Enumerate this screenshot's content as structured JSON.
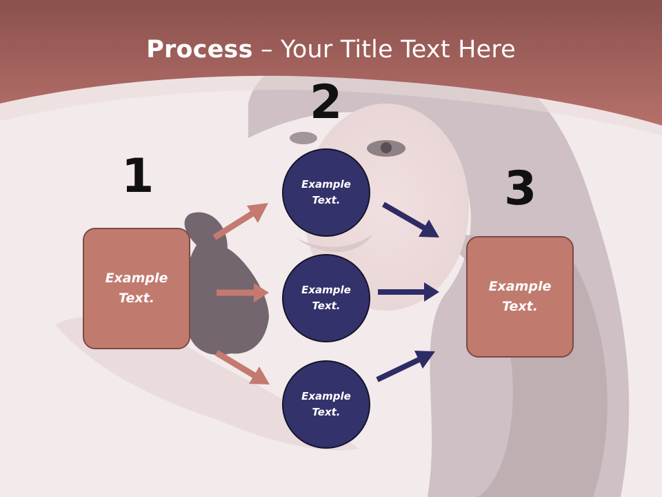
{
  "title": {
    "bold": "Process",
    "rest": " – Your Title Text Here"
  },
  "steps": [
    {
      "number": "1"
    },
    {
      "number": "2"
    },
    {
      "number": "3"
    }
  ],
  "left_box": {
    "label": "Example\nText."
  },
  "circles": [
    {
      "label": "Example\nText."
    },
    {
      "label": "Example\nText."
    },
    {
      "label": "Example\nText."
    }
  ],
  "right_box": {
    "label": "Example\nText."
  },
  "colors": {
    "header": "#b06a62",
    "box_fill": "#c17a6e",
    "box_border": "#7a4a44",
    "circle_fill": "#34326a",
    "arrow_left": "#c47a70",
    "arrow_right": "#2e2c64"
  }
}
